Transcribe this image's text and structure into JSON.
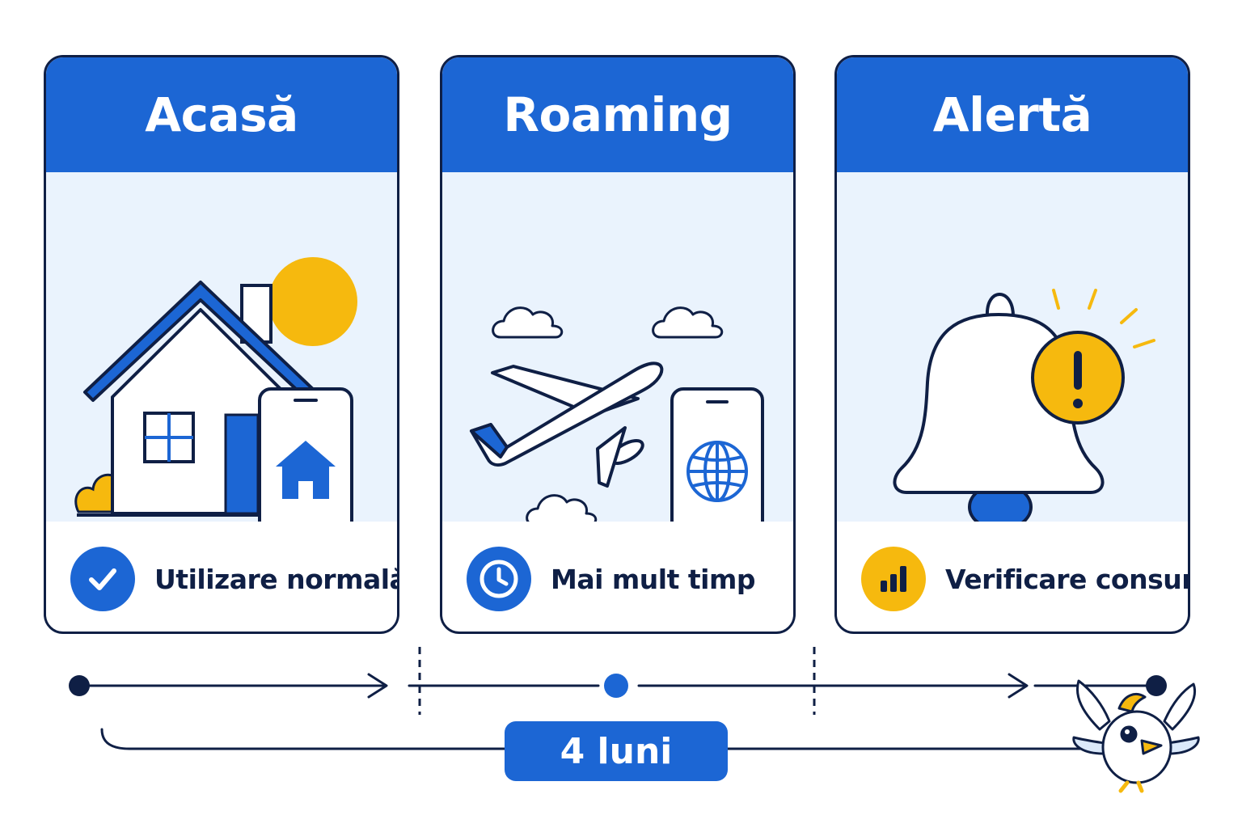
{
  "colors": {
    "primary_blue": "#1c66d4",
    "navy_outline": "#0f1f45",
    "panel_tint": "#eaf3fd",
    "accent_yellow": "#f6b90e"
  },
  "stages": [
    {
      "title": "Acasă",
      "status_label": "Utilizare normală",
      "status_icon": "check-icon",
      "illustration": [
        "house-icon",
        "sun-icon",
        "bush-icon",
        "smartphone-icon",
        "home-app-icon"
      ]
    },
    {
      "title": "Roaming",
      "status_label": "Mai mult timp",
      "status_icon": "clock-icon",
      "illustration": [
        "airplane-icon",
        "cloud-icon",
        "smartphone-icon",
        "globe-icon"
      ]
    },
    {
      "title": "Alertă",
      "status_label": "Verificare consum",
      "status_icon": "bar-chart-icon",
      "illustration": [
        "bell-icon",
        "warning-icon"
      ]
    }
  ],
  "timeline": {
    "duration_label": "4 luni"
  },
  "mascot": "bird-mascot-icon"
}
